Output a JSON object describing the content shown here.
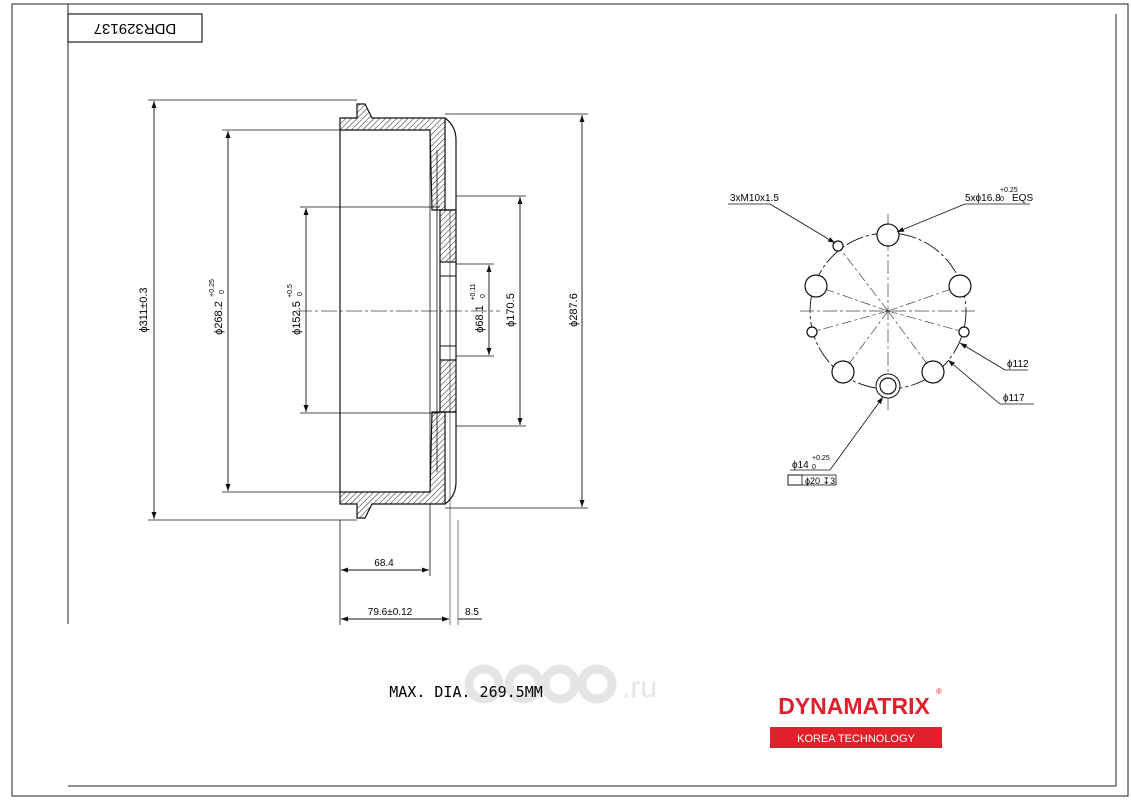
{
  "drawing": {
    "part_number": "DDR329137",
    "note": "MAX. DIA. 269.5MM"
  },
  "section_view": {
    "dim_outer_flange": "ϕ311±0.3",
    "dim_drum_inner": "ϕ268.2",
    "dim_drum_inner_tol": "+0.25",
    "dim_drum_inner_tol_low": "0",
    "dim_pilot": "ϕ152.5",
    "dim_pilot_tol": "+0.5",
    "dim_pilot_tol_low": "0",
    "dim_center_bore": "ϕ68.1",
    "dim_center_bore_tol": "+0.11",
    "dim_center_bore_tol_low": "0",
    "dim_hub": "ϕ170.5",
    "dim_outer_drum": "ϕ287.6",
    "dim_depth_inner": "68.4",
    "dim_depth_total": "79.6±0.12",
    "dim_disc_thickness": "8.5"
  },
  "front_view": {
    "label_threads": "3xM10x1.5",
    "label_holes": "5xϕ16.8",
    "label_holes_tol": "+0.25",
    "label_holes_tol_low": "0",
    "label_holes_eqs": "EQS",
    "label_pcd_112": "ϕ112",
    "label_pcd_117": "ϕ117",
    "label_pilot_hole": "ϕ14",
    "label_pilot_hole_tol": "+0.25",
    "label_pilot_hole_tol_low": "0",
    "label_counterbore": "ϕ20 ↧3"
  },
  "brand": {
    "name": "DYNAMATRIX",
    "registered_mark": "®",
    "tagline": "KOREA TECHNOLOGY",
    "color": "#e0202a"
  },
  "watermark": {
    "text": ".ru",
    "color": "#e3e3e3"
  }
}
